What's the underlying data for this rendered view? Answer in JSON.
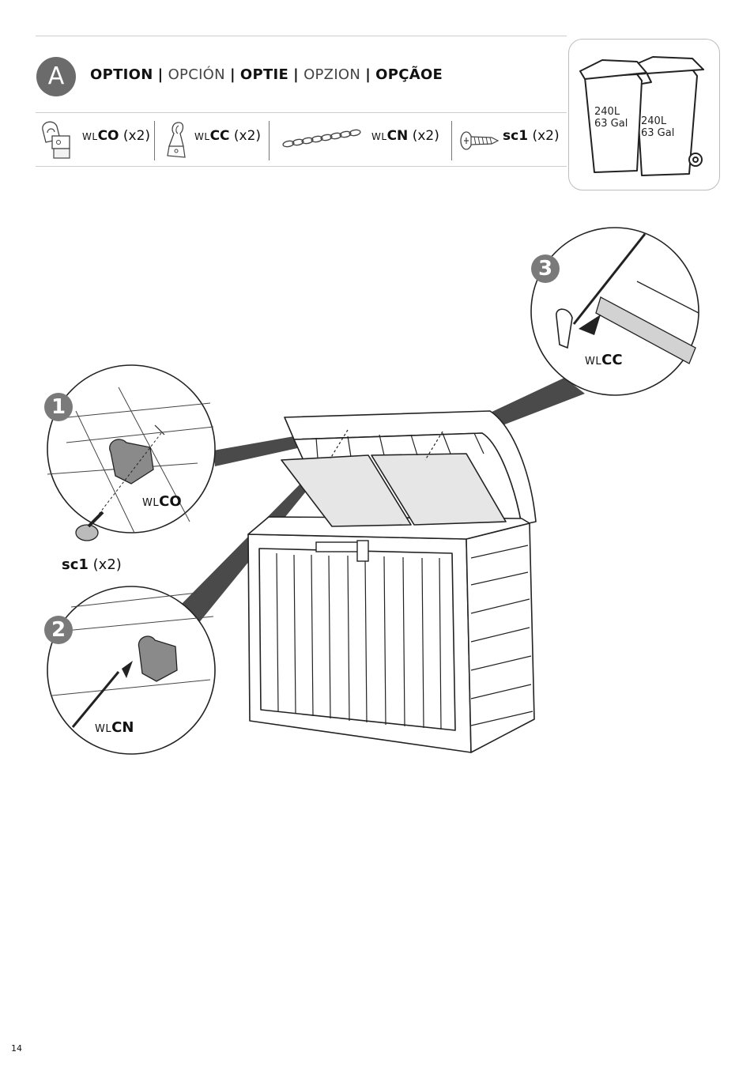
{
  "step": {
    "letter": "A"
  },
  "title": {
    "option_en": "OPTION",
    "option_es": "OPCIÓN",
    "option_nl": "OPTIE",
    "option_it": "OPZION",
    "option_pt": "OPÇÃOE",
    "separator": "|"
  },
  "parts": [
    {
      "prefix": "WL",
      "code": "CO",
      "qty": "(x2)",
      "icon": "window-latch-icon"
    },
    {
      "prefix": "WL",
      "code": "CC",
      "qty": "(x2)",
      "icon": "chain-clip-icon"
    },
    {
      "prefix": "WL",
      "code": "CN",
      "qty": "(x2)",
      "icon": "chain-icon"
    },
    {
      "prefix": "",
      "code": "sc1",
      "qty": "(x2)",
      "icon": "screw-icon"
    }
  ],
  "bins": [
    {
      "line1": "240L",
      "line2": "63 Gal"
    },
    {
      "line1": "240L",
      "line2": "63 Gal"
    }
  ],
  "callouts": [
    {
      "number": "1",
      "label_prefix": "WL",
      "label_code": "CO",
      "extra_code": "sc1",
      "extra_qty": "(x2)"
    },
    {
      "number": "2",
      "label_prefix": "WL",
      "label_code": "CN"
    },
    {
      "number": "3",
      "label_prefix": "WL",
      "label_code": "CC"
    }
  ],
  "page_number": "14"
}
